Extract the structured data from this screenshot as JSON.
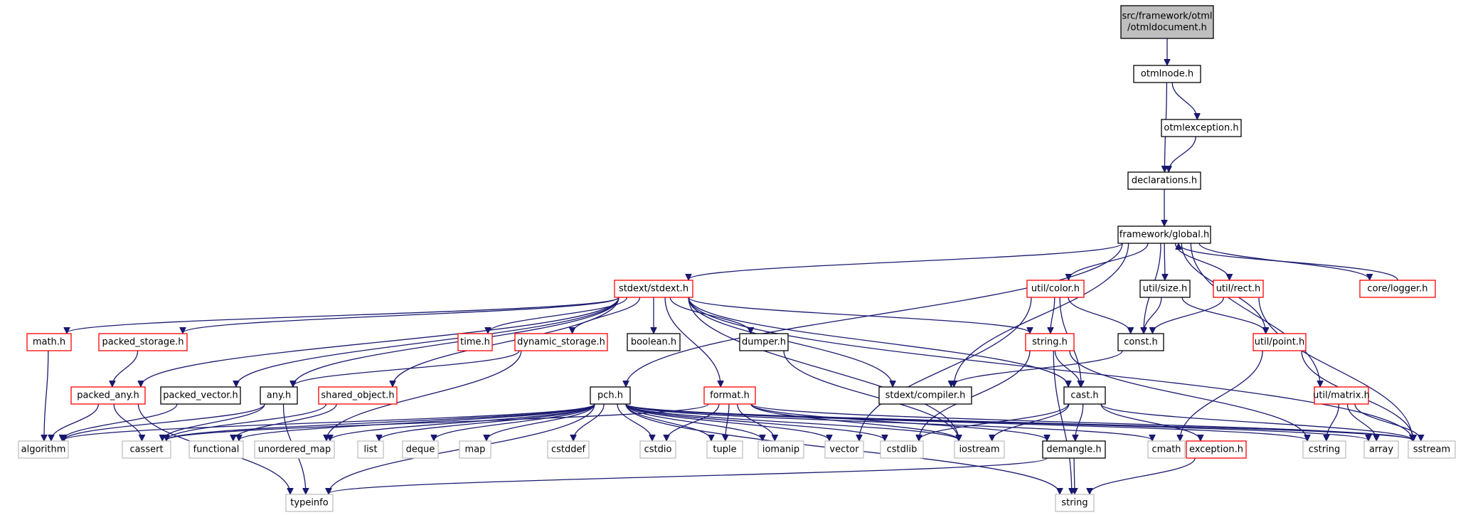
{
  "colors": {
    "edge": "#191970",
    "root_fill": "#bfbfbf",
    "border_default": "#000000",
    "border_undocumented": "#ff0000",
    "border_external": "#bfbfbf",
    "fill": "#ffffff"
  },
  "nodes": [
    {
      "id": "root",
      "lines": [
        "src/framework/otml",
        "/otmldocument.h"
      ],
      "kind": "root"
    },
    {
      "id": "otmlnode",
      "lines": [
        "otmlnode.h"
      ],
      "kind": "doc"
    },
    {
      "id": "otmlexception",
      "lines": [
        "otmlexception.h"
      ],
      "kind": "doc"
    },
    {
      "id": "declarations",
      "lines": [
        "declarations.h"
      ],
      "kind": "doc"
    },
    {
      "id": "global",
      "lines": [
        "framework/global.h"
      ],
      "kind": "doc"
    },
    {
      "id": "stdext",
      "lines": [
        "stdext/stdext.h"
      ],
      "kind": "undoc"
    },
    {
      "id": "color",
      "lines": [
        "util/color.h"
      ],
      "kind": "undoc"
    },
    {
      "id": "size",
      "lines": [
        "util/size.h"
      ],
      "kind": "doc"
    },
    {
      "id": "rect",
      "lines": [
        "util/rect.h"
      ],
      "kind": "undoc"
    },
    {
      "id": "logger",
      "lines": [
        "core/logger.h"
      ],
      "kind": "undoc"
    },
    {
      "id": "math",
      "lines": [
        "math.h"
      ],
      "kind": "undoc"
    },
    {
      "id": "packed_storage",
      "lines": [
        "packed_storage.h"
      ],
      "kind": "undoc"
    },
    {
      "id": "time",
      "lines": [
        "time.h"
      ],
      "kind": "undoc"
    },
    {
      "id": "dynamic_storage",
      "lines": [
        "dynamic_storage.h"
      ],
      "kind": "undoc"
    },
    {
      "id": "boolean",
      "lines": [
        "boolean.h"
      ],
      "kind": "doc"
    },
    {
      "id": "dumper",
      "lines": [
        "dumper.h"
      ],
      "kind": "doc"
    },
    {
      "id": "stringh",
      "lines": [
        "string.h"
      ],
      "kind": "undoc"
    },
    {
      "id": "const",
      "lines": [
        "const.h"
      ],
      "kind": "doc"
    },
    {
      "id": "point",
      "lines": [
        "util/point.h"
      ],
      "kind": "undoc"
    },
    {
      "id": "packed_any",
      "lines": [
        "packed_any.h"
      ],
      "kind": "undoc"
    },
    {
      "id": "packed_vector",
      "lines": [
        "packed_vector.h"
      ],
      "kind": "doc"
    },
    {
      "id": "any",
      "lines": [
        "any.h"
      ],
      "kind": "doc"
    },
    {
      "id": "shared_object",
      "lines": [
        "shared_object.h"
      ],
      "kind": "undoc"
    },
    {
      "id": "pch",
      "lines": [
        "pch.h"
      ],
      "kind": "doc"
    },
    {
      "id": "format",
      "lines": [
        "format.h"
      ],
      "kind": "undoc"
    },
    {
      "id": "compiler",
      "lines": [
        "stdext/compiler.h"
      ],
      "kind": "doc"
    },
    {
      "id": "cast",
      "lines": [
        "cast.h"
      ],
      "kind": "doc"
    },
    {
      "id": "matrix",
      "lines": [
        "util/matrix.h"
      ],
      "kind": "undoc"
    },
    {
      "id": "algorithm",
      "lines": [
        "algorithm"
      ],
      "kind": "ext"
    },
    {
      "id": "cassert",
      "lines": [
        "cassert"
      ],
      "kind": "ext"
    },
    {
      "id": "functional",
      "lines": [
        "functional"
      ],
      "kind": "ext"
    },
    {
      "id": "unordered_map",
      "lines": [
        "unordered_map"
      ],
      "kind": "ext"
    },
    {
      "id": "list",
      "lines": [
        "list"
      ],
      "kind": "ext"
    },
    {
      "id": "deque",
      "lines": [
        "deque"
      ],
      "kind": "ext"
    },
    {
      "id": "map",
      "lines": [
        "map"
      ],
      "kind": "ext"
    },
    {
      "id": "cstddef",
      "lines": [
        "cstddef"
      ],
      "kind": "ext"
    },
    {
      "id": "cstdio",
      "lines": [
        "cstdio"
      ],
      "kind": "ext"
    },
    {
      "id": "tuple",
      "lines": [
        "tuple"
      ],
      "kind": "ext"
    },
    {
      "id": "iomanip",
      "lines": [
        "iomanip"
      ],
      "kind": "ext"
    },
    {
      "id": "vector",
      "lines": [
        "vector"
      ],
      "kind": "ext"
    },
    {
      "id": "cstdlib",
      "lines": [
        "cstdlib"
      ],
      "kind": "ext"
    },
    {
      "id": "iostream",
      "lines": [
        "iostream"
      ],
      "kind": "ext"
    },
    {
      "id": "demangle",
      "lines": [
        "demangle.h"
      ],
      "kind": "doc"
    },
    {
      "id": "cmath",
      "lines": [
        "cmath"
      ],
      "kind": "ext"
    },
    {
      "id": "exception",
      "lines": [
        "exception.h"
      ],
      "kind": "undoc"
    },
    {
      "id": "cstring",
      "lines": [
        "cstring"
      ],
      "kind": "ext"
    },
    {
      "id": "array",
      "lines": [
        "array"
      ],
      "kind": "ext"
    },
    {
      "id": "sstream",
      "lines": [
        "sstream"
      ],
      "kind": "ext"
    },
    {
      "id": "typeinfo",
      "lines": [
        "typeinfo"
      ],
      "kind": "ext"
    },
    {
      "id": "string",
      "lines": [
        "string"
      ],
      "kind": "ext"
    }
  ],
  "edges": [
    [
      "root",
      "otmlnode"
    ],
    [
      "otmlnode",
      "otmlexception"
    ],
    [
      "otmlnode",
      "declarations"
    ],
    [
      "otmlexception",
      "declarations"
    ],
    [
      "declarations",
      "global"
    ],
    [
      "global",
      "stdext"
    ],
    [
      "global",
      "color"
    ],
    [
      "global",
      "size"
    ],
    [
      "global",
      "rect"
    ],
    [
      "global",
      "logger"
    ],
    [
      "global",
      "const"
    ],
    [
      "global",
      "point"
    ],
    [
      "global",
      "matrix"
    ],
    [
      "global",
      "compiler"
    ],
    [
      "global",
      "pch"
    ],
    [
      "logger",
      "global"
    ],
    [
      "stdext",
      "math"
    ],
    [
      "stdext",
      "packed_storage"
    ],
    [
      "stdext",
      "time"
    ],
    [
      "stdext",
      "dynamic_storage"
    ],
    [
      "stdext",
      "boolean"
    ],
    [
      "stdext",
      "dumper"
    ],
    [
      "stdext",
      "stringh"
    ],
    [
      "stdext",
      "packed_any"
    ],
    [
      "stdext",
      "packed_vector"
    ],
    [
      "stdext",
      "any"
    ],
    [
      "stdext",
      "shared_object"
    ],
    [
      "stdext",
      "format"
    ],
    [
      "stdext",
      "compiler"
    ],
    [
      "stdext",
      "cast"
    ],
    [
      "stdext",
      "iostream"
    ],
    [
      "stdext",
      "sstream"
    ],
    [
      "color",
      "stringh"
    ],
    [
      "color",
      "const"
    ],
    [
      "color",
      "cast"
    ],
    [
      "color",
      "vector"
    ],
    [
      "size",
      "const"
    ],
    [
      "size",
      "point"
    ],
    [
      "rect",
      "const"
    ],
    [
      "rect",
      "sstream"
    ],
    [
      "stringh",
      "cast"
    ],
    [
      "stringh",
      "cstring"
    ],
    [
      "stringh",
      "string"
    ],
    [
      "stringh",
      "cstdlib"
    ],
    [
      "const",
      "compiler"
    ],
    [
      "point",
      "cmath"
    ],
    [
      "point",
      "sstream"
    ],
    [
      "math",
      "algorithm"
    ],
    [
      "packed_storage",
      "packed_any"
    ],
    [
      "packed_any",
      "algorithm"
    ],
    [
      "packed_any",
      "cassert"
    ],
    [
      "packed_any",
      "typeinfo"
    ],
    [
      "packed_vector",
      "algorithm"
    ],
    [
      "any",
      "algorithm"
    ],
    [
      "any",
      "cassert"
    ],
    [
      "any",
      "typeinfo"
    ],
    [
      "dynamic_storage",
      "any"
    ],
    [
      "dynamic_storage",
      "unordered_map"
    ],
    [
      "shared_object",
      "cassert"
    ],
    [
      "shared_object",
      "functional"
    ],
    [
      "pch",
      "algorithm"
    ],
    [
      "pch",
      "cassert"
    ],
    [
      "pch",
      "functional"
    ],
    [
      "pch",
      "unordered_map"
    ],
    [
      "pch",
      "list"
    ],
    [
      "pch",
      "deque"
    ],
    [
      "pch",
      "map"
    ],
    [
      "pch",
      "cstddef"
    ],
    [
      "pch",
      "cstdio"
    ],
    [
      "pch",
      "tuple"
    ],
    [
      "pch",
      "iomanip"
    ],
    [
      "pch",
      "vector"
    ],
    [
      "pch",
      "cstdlib"
    ],
    [
      "pch",
      "iostream"
    ],
    [
      "pch",
      "cmath"
    ],
    [
      "pch",
      "cstring"
    ],
    [
      "pch",
      "array"
    ],
    [
      "pch",
      "sstream"
    ],
    [
      "pch",
      "typeinfo"
    ],
    [
      "pch",
      "string"
    ],
    [
      "format",
      "cassert"
    ],
    [
      "format",
      "cstdio"
    ],
    [
      "format",
      "tuple"
    ],
    [
      "format",
      "iomanip"
    ],
    [
      "format",
      "iostream"
    ],
    [
      "format",
      "demangle"
    ],
    [
      "format",
      "sstream"
    ],
    [
      "dumper",
      "iostream"
    ],
    [
      "cast",
      "demangle"
    ],
    [
      "cast",
      "exception"
    ],
    [
      "cast",
      "iostream"
    ],
    [
      "cast",
      "cstdlib"
    ],
    [
      "cast",
      "sstream"
    ],
    [
      "demangle",
      "string"
    ],
    [
      "demangle",
      "typeinfo"
    ],
    [
      "exception",
      "string"
    ],
    [
      "matrix",
      "cstring"
    ],
    [
      "matrix",
      "array"
    ],
    [
      "matrix",
      "sstream"
    ]
  ]
}
